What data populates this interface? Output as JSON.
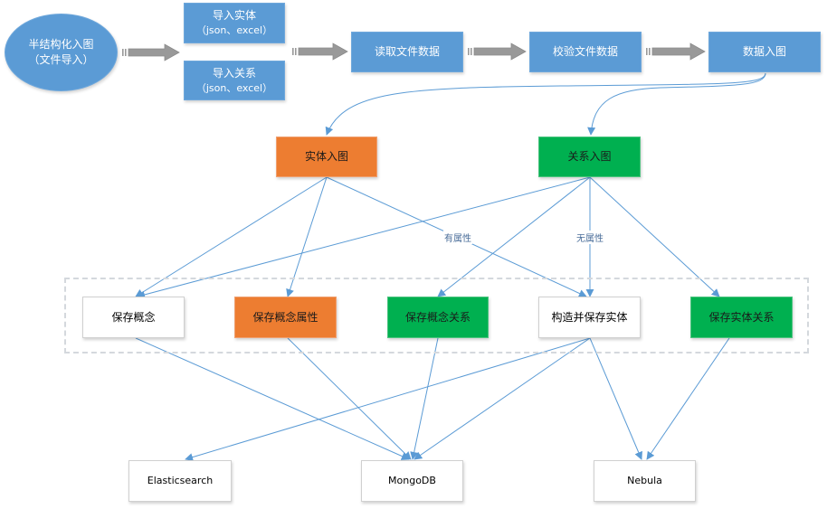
{
  "diagram": {
    "colors": {
      "blue": "#5b9bd5",
      "orange": "#ed7d31",
      "green": "#00b050",
      "edge": "#5b9bd5",
      "block_arrow": "#999999"
    },
    "nodes": {
      "start": {
        "line1": "半结构化入图",
        "line2": "（文件导入）"
      },
      "import_entity": {
        "line1": "导入实体",
        "line2": "（json、excel）"
      },
      "import_relation": {
        "line1": "导入关系",
        "line2": "（json、excel）"
      },
      "read_file": {
        "label": "读取文件数据"
      },
      "validate_file": {
        "label": "校验文件数据"
      },
      "data_ingest": {
        "label": "数据入图"
      },
      "entity_ingest": {
        "label": "实体入图"
      },
      "relation_ingest": {
        "label": "关系入图"
      },
      "save_concept": {
        "label": "保存概念"
      },
      "save_concept_attr": {
        "label": "保存概念属性"
      },
      "save_concept_rel": {
        "label": "保存概念关系"
      },
      "build_save_entity": {
        "label": "构造并保存实体"
      },
      "save_entity_rel": {
        "label": "保存实体关系"
      },
      "elasticsearch": {
        "label": "Elasticsearch"
      },
      "mongodb": {
        "label": "MongoDB"
      },
      "nebula": {
        "label": "Nebula"
      }
    },
    "edge_labels": {
      "has_attr": "有属性",
      "no_attr": "无属性"
    },
    "edges": [
      {
        "from": "start",
        "to": "imports",
        "style": "block"
      },
      {
        "from": "imports",
        "to": "read_file",
        "style": "block"
      },
      {
        "from": "read_file",
        "to": "validate_file",
        "style": "block"
      },
      {
        "from": "validate_file",
        "to": "data_ingest",
        "style": "block"
      },
      {
        "from": "data_ingest",
        "to": "entity_ingest",
        "style": "curve"
      },
      {
        "from": "data_ingest",
        "to": "relation_ingest",
        "style": "curve"
      },
      {
        "from": "entity_ingest",
        "to": "save_concept"
      },
      {
        "from": "entity_ingest",
        "to": "save_concept_attr"
      },
      {
        "from": "entity_ingest",
        "to": "build_save_entity",
        "label": "has_attr"
      },
      {
        "from": "relation_ingest",
        "to": "save_concept"
      },
      {
        "from": "relation_ingest",
        "to": "save_concept_rel"
      },
      {
        "from": "relation_ingest",
        "to": "build_save_entity",
        "label": "no_attr"
      },
      {
        "from": "relation_ingest",
        "to": "save_entity_rel"
      },
      {
        "from": "save_concept",
        "to": "mongodb"
      },
      {
        "from": "save_concept_attr",
        "to": "mongodb"
      },
      {
        "from": "save_concept_rel",
        "to": "mongodb"
      },
      {
        "from": "build_save_entity",
        "to": "elasticsearch"
      },
      {
        "from": "build_save_entity",
        "to": "mongodb"
      },
      {
        "from": "build_save_entity",
        "to": "nebula"
      },
      {
        "from": "save_entity_rel",
        "to": "nebula"
      }
    ]
  }
}
